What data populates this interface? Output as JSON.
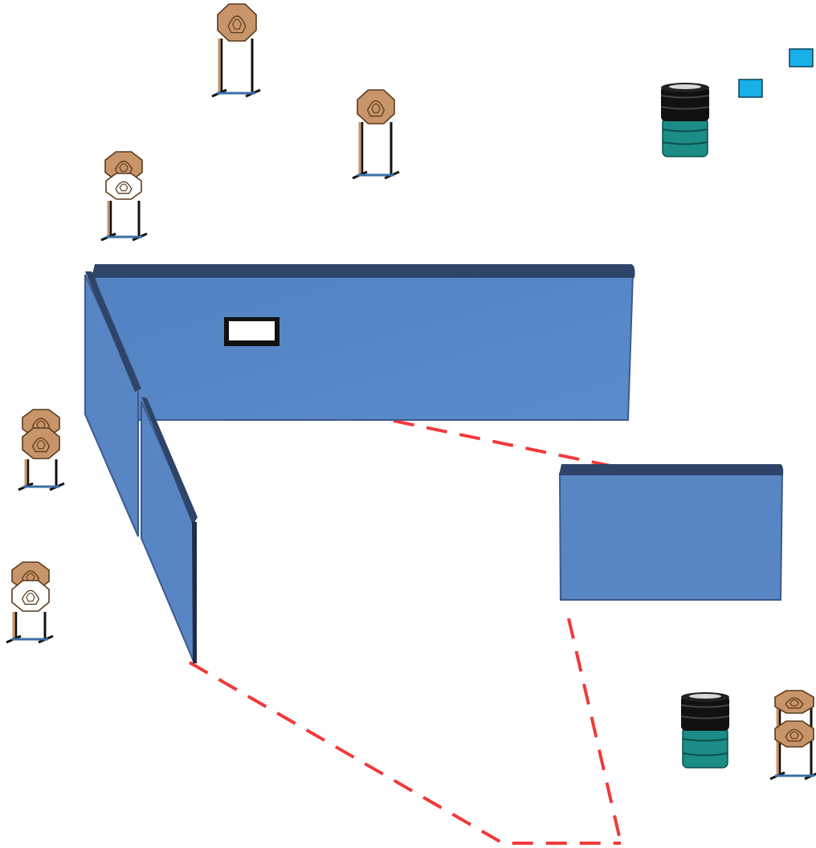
{
  "colors": {
    "wall_face": "#5886c4",
    "wall_edge": "#2e4468",
    "target_tan": "#c8956a",
    "target_outline": "#5a3a1c",
    "noshoot_white": "#ffffff",
    "stand_dark": "#111111",
    "stand_blue": "#3a6fa5",
    "barrel_black": "#111111",
    "barrel_teal": "#1b8c86",
    "marker_blue": "#19b0e8",
    "fault_line": "#f03a3a"
  },
  "icons": {
    "paper_target": "steel-paper-target-icon",
    "no_shoot": "no-shoot-target-icon",
    "barrel": "barrel-icon",
    "marker": "position-marker-icon",
    "port": "window-port-icon"
  },
  "elements": {
    "walls": [
      "back-wall",
      "left-wall-upper",
      "left-wall-lower",
      "right-wall"
    ],
    "targets": [
      "target-t1",
      "target-t2",
      "target-t3-with-noshoot",
      "target-t4-double",
      "target-t5-with-noshoot",
      "target-t6-double"
    ],
    "barrels": [
      "barrel-top",
      "barrel-bottom"
    ],
    "markers": [
      "marker-1",
      "marker-2"
    ],
    "fault_lines": [
      "fault-line"
    ]
  }
}
